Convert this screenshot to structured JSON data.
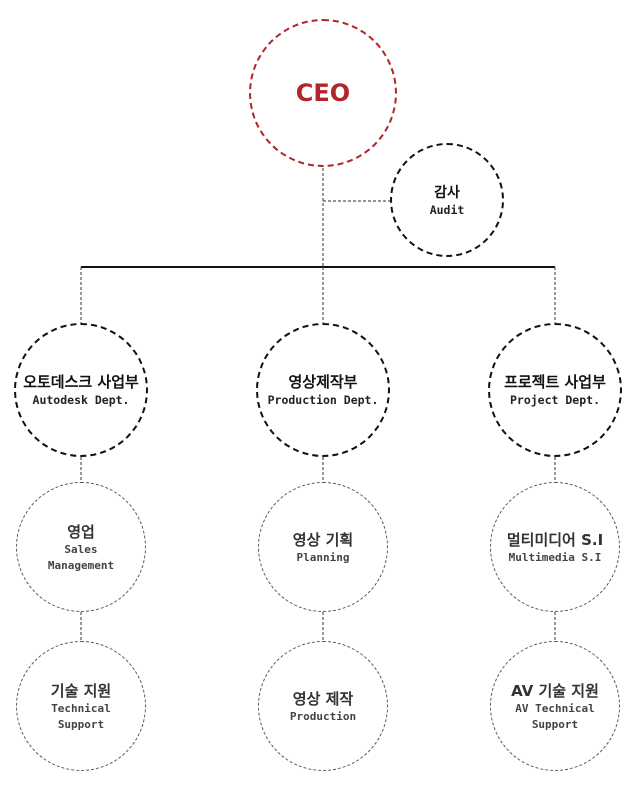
{
  "ceo": {
    "label": "CEO"
  },
  "audit": {
    "ko": "감사",
    "en": "Audit"
  },
  "departments": [
    {
      "ko": "오토데스크 사업부",
      "en": "Autodesk Dept."
    },
    {
      "ko": "영상제작부",
      "en": "Production Dept."
    },
    {
      "ko": "프로젝트 사업부",
      "en": "Project Dept."
    }
  ],
  "teams": [
    {
      "ko": "영업",
      "en": "Sales\nManagement"
    },
    {
      "ko": "기술 지원",
      "en": "Technical\nSupport"
    },
    {
      "ko": "영상 기획",
      "en": "Planning"
    },
    {
      "ko": "영상 제작",
      "en": "Production"
    },
    {
      "ko": "멀티미디어 S.I",
      "en": "Multimedia S.I"
    },
    {
      "ko": "AV 기술 지원",
      "en": "AV Technical\nSupport"
    }
  ],
  "colors": {
    "ceo": "#b0262d",
    "border": "#111111",
    "sub_border": "#555555"
  }
}
